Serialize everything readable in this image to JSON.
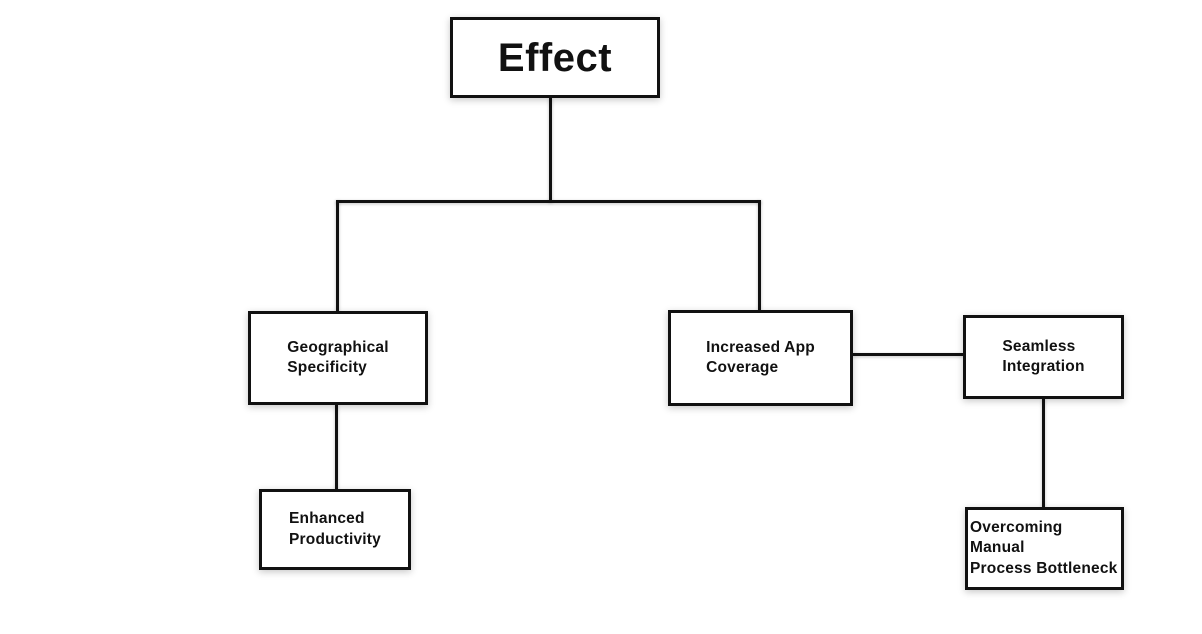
{
  "diagram": {
    "type": "flowchart",
    "background_color": "#ffffff",
    "node_fill_color": "#ffffff",
    "node_border_color": "#111111",
    "edge_color": "#111111",
    "text_color": "#111111",
    "nodes": {
      "effect": {
        "label": "Effect",
        "role": "root"
      },
      "geographical_specificity": {
        "label": "Geographical\nSpecificity",
        "role": "child"
      },
      "increased_app_coverage": {
        "label": "Increased App\nCoverage",
        "role": "child"
      },
      "seamless_integration": {
        "label": "Seamless\nIntegration",
        "role": "child"
      },
      "enhanced_productivity": {
        "label": "Enhanced\nProductivity",
        "role": "child"
      },
      "overcoming_manual_process_bottleneck": {
        "label": "Overcoming Manual\nProcess Bottleneck",
        "role": "child"
      }
    },
    "edges": [
      {
        "from": "effect",
        "to": "geographical_specificity"
      },
      {
        "from": "effect",
        "to": "increased_app_coverage"
      },
      {
        "from": "geographical_specificity",
        "to": "enhanced_productivity"
      },
      {
        "from": "increased_app_coverage",
        "to": "seamless_integration"
      },
      {
        "from": "seamless_integration",
        "to": "overcoming_manual_process_bottleneck"
      }
    ]
  }
}
